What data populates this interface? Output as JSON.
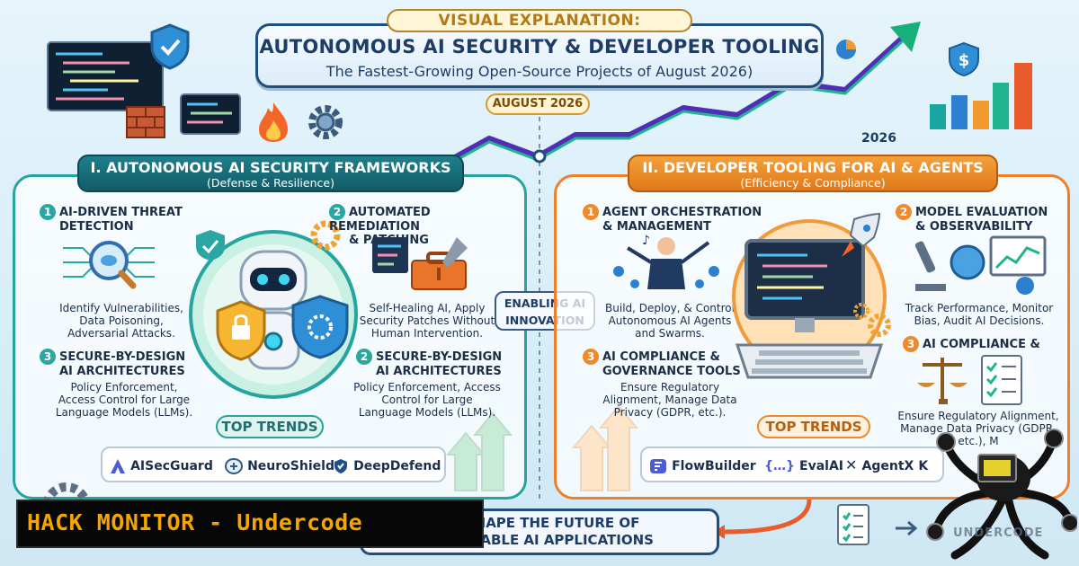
{
  "header": {
    "pre_title": "VISUAL EXPLANATION:",
    "title": "AUTONOMOUS AI SECURITY & DEVELOPER TOOLING",
    "subtitle": "The Fastest-Growing Open-Source Projects of August 2026)"
  },
  "timeline": {
    "date_badge": "AUGUST 2026",
    "year_label": "2026"
  },
  "left_panel": {
    "title": "I. AUTONOMOUS AI SECURITY FRAMEWORKS",
    "subtitle": "(Defense & Resilience)",
    "sections": [
      {
        "num": "1",
        "title_line1": "AI-DRIVEN THREAT",
        "title_line2": "DETECTION",
        "body_line1": "Identify Vulnerabilities,",
        "body_line2": "Data Poisoning,",
        "body_line3": "Adversarial Attacks."
      },
      {
        "num": "2",
        "title_line1": "AUTOMATED REMEDIATION",
        "title_line2": "& PATCHING",
        "body_line1": "Self-Healing AI, Apply",
        "body_line2": "Security Patches Without",
        "body_line3": "Human Intervention."
      },
      {
        "num": "3",
        "title_line1": "SECURE-BY-DESIGN",
        "title_line2": "AI ARCHITECTURES",
        "body_line1": "Policy Enforcement,",
        "body_line2": "Access Control for Large",
        "body_line3": "Language Models (LLMs)."
      },
      {
        "num": "2",
        "title_line1": "SECURE-BY-DESIGN",
        "title_line2": "AI ARCHITECTURES",
        "body_line1": "Policy Enforcement, Access",
        "body_line2": "Control for Large",
        "body_line3": "Language Models (LLMs)."
      }
    ],
    "trends_label": "TOP TRENDS",
    "trends": [
      "AISecGuard",
      "NeuroShield",
      "DeepDefend"
    ]
  },
  "center": {
    "enable_line1": "ENABLING AI",
    "enable_line2": "INNOVATION"
  },
  "right_panel": {
    "title": "II. DEVELOPER TOOLING FOR AI & AGENTS",
    "subtitle": "(Efficiency & Compliance)",
    "sections": [
      {
        "num": "1",
        "title_line1": "AGENT ORCHESTRATION",
        "title_line2": "& MANAGEMENT",
        "body_line1": "Build, Deploy, & Control",
        "body_line2": "Autonomous AI Agents",
        "body_line3": "and Swarms."
      },
      {
        "num": "2",
        "title_line1": "MODEL EVALUATION",
        "title_line2": "& OBSERVABILITY",
        "body_line1": "Track Performance, Monitor",
        "body_line2": "Bias, Audit AI Decisions.",
        "body_line3": ""
      },
      {
        "num": "3",
        "title_line1": "AI COMPLIANCE &",
        "title_line2": "GOVERNANCE TOOLS",
        "body_line1": "Ensure Regulatory",
        "body_line2": "Alignment, Manage Data",
        "body_line3": "Privacy (GDPR, etc.)."
      },
      {
        "num": "3",
        "title_line1": "AI COMPLIANCE &",
        "title_line2": "",
        "body_line1": "Ensure Regulatory Alignment,",
        "body_line2": "Manage Data Privacy (GDPR,",
        "body_line3": "etc.), M"
      }
    ],
    "trends_label": "TOP TRENDS",
    "trends": [
      "FlowBuilder",
      "EvalAI",
      "AgentX"
    ],
    "trend_tail": "K"
  },
  "bottom": {
    "line1": "TO SHAPE THE FUTURE OF",
    "line2": "& SCALABLE AI APPLICATIONS"
  },
  "banner": {
    "text": "HACK MONITOR - Undercode"
  },
  "watermark": {
    "text": "UNDERCODE"
  },
  "colors": {
    "security_teal": "#26a4a0",
    "tooling_orange": "#ef7f2a",
    "navy": "#1f4f7c",
    "banner_gold": "#f5a500"
  }
}
